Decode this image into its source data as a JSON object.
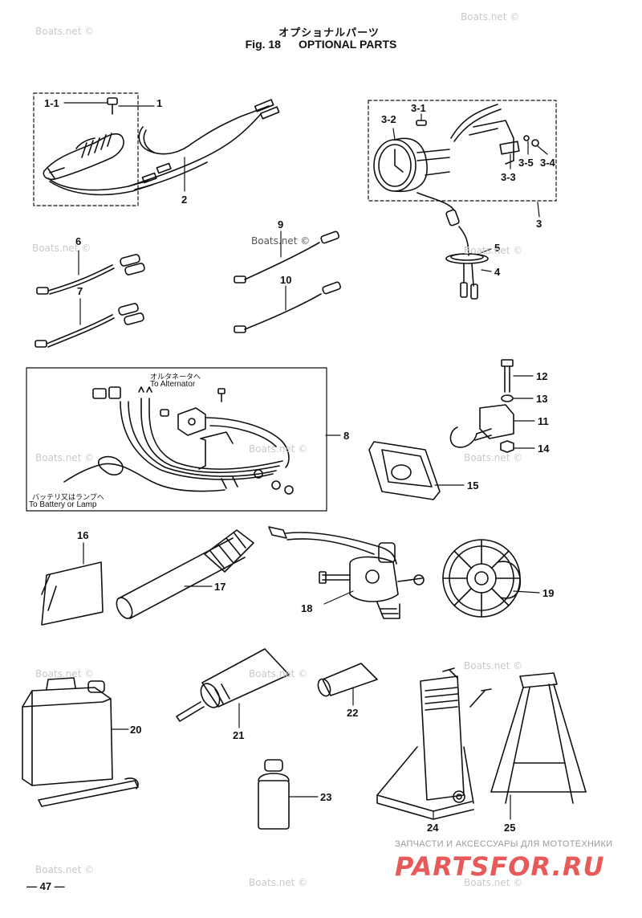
{
  "header": {
    "title_jp": "オプショナルパーツ",
    "fig_label": "Fig. 18",
    "title_en": "OPTIONAL PARTS"
  },
  "callouts": [
    {
      "id": "1-1",
      "text": "1-1"
    },
    {
      "id": "1",
      "text": "1"
    },
    {
      "id": "2",
      "text": "2"
    },
    {
      "id": "3-1",
      "text": "3-1"
    },
    {
      "id": "3-2",
      "text": "3-2"
    },
    {
      "id": "3-5",
      "text": "3-5"
    },
    {
      "id": "3-4",
      "text": "3-4"
    },
    {
      "id": "3-3",
      "text": "3-3"
    },
    {
      "id": "3",
      "text": "3"
    },
    {
      "id": "5",
      "text": "5"
    },
    {
      "id": "4",
      "text": "4"
    },
    {
      "id": "6",
      "text": "6"
    },
    {
      "id": "7",
      "text": "7"
    },
    {
      "id": "9",
      "text": "9"
    },
    {
      "id": "10",
      "text": "10"
    },
    {
      "id": "8",
      "text": "8"
    },
    {
      "id": "12",
      "text": "12"
    },
    {
      "id": "13",
      "text": "13"
    },
    {
      "id": "11",
      "text": "11"
    },
    {
      "id": "14",
      "text": "14"
    },
    {
      "id": "15",
      "text": "15"
    },
    {
      "id": "16",
      "text": "16"
    },
    {
      "id": "17",
      "text": "17"
    },
    {
      "id": "18",
      "text": "18"
    },
    {
      "id": "19",
      "text": "19"
    },
    {
      "id": "20",
      "text": "20"
    },
    {
      "id": "21",
      "text": "21"
    },
    {
      "id": "22",
      "text": "22"
    },
    {
      "id": "23",
      "text": "23"
    },
    {
      "id": "24",
      "text": "24"
    },
    {
      "id": "25",
      "text": "25"
    }
  ],
  "notes": {
    "alternator_jp": "オルタネータへ",
    "alternator_en": "To Alternator",
    "battery_jp": "バッテリ又はランプへ",
    "battery_en": "To Battery or Lamp"
  },
  "watermark": "Boats.net ©",
  "footer": {
    "tagline": "ЗАПЧАСТИ И АКСЕССУАРЫ ДЛЯ МОТОТЕХНИКИ",
    "logo": "PARTSFOR.RU",
    "page_number": "— 47 —"
  }
}
